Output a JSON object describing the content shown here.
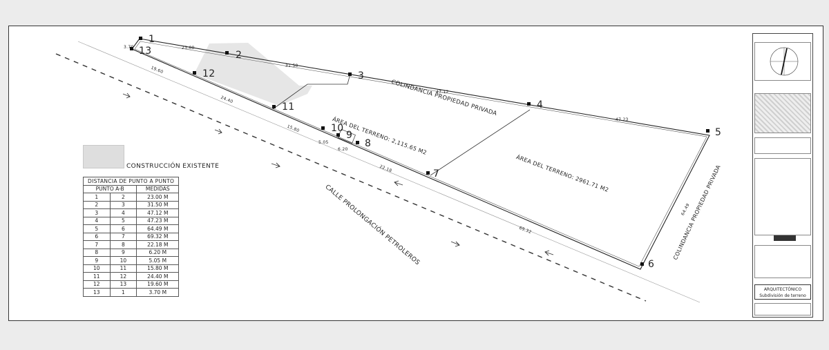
{
  "plan": {
    "points": [
      {
        "id": "p1",
        "label": "1"
      },
      {
        "id": "p2",
        "label": "2"
      },
      {
        "id": "p3",
        "label": "3"
      },
      {
        "id": "p4",
        "label": "4"
      },
      {
        "id": "p5",
        "label": "5"
      },
      {
        "id": "p6",
        "label": "6"
      },
      {
        "id": "p7",
        "label": "7"
      },
      {
        "id": "p8",
        "label": "8"
      },
      {
        "id": "p9",
        "label": "9"
      },
      {
        "id": "p10",
        "label": "10"
      },
      {
        "id": "p11",
        "label": "11"
      },
      {
        "id": "p12",
        "label": "12"
      },
      {
        "id": "p13",
        "label": "13"
      }
    ],
    "segment_labels": [
      "23.00",
      "31.50",
      "47.12",
      "47.23",
      "64.49",
      "69.32",
      "22.18",
      "6.20",
      "5.05",
      "15.80",
      "24.40",
      "19.60",
      "3.70"
    ],
    "area_1": "ÁREA DEL TERRENO: 2,115.65 M2",
    "area_2": "ÁREA DEL TERRENO: 2961.71 M2",
    "colindancia_top": "COLINDANCIA PROPIEDAD PRIVADA",
    "colindancia_right": "COLINDANCIA PROPIEDAD PRIVADA",
    "street": "CALLE PROLONGACIÓN PETROLEROS"
  },
  "legend": {
    "existing_construction": "CONSTRUCCIÓN EXISTENTE",
    "color": "#dedede"
  },
  "distance_table": {
    "title": "DISTANCIA DE PUNTO A PUNTO",
    "col_points": "PUNTO A-B",
    "col_measure": "MEDIDAS",
    "rows": [
      [
        "1",
        "2",
        "23.00 M"
      ],
      [
        "2",
        "3",
        "31.50 M"
      ],
      [
        "3",
        "4",
        "47.12 M"
      ],
      [
        "4",
        "5",
        "47.23 M"
      ],
      [
        "5",
        "6",
        "64.49 M"
      ],
      [
        "6",
        "7",
        "69.32 M"
      ],
      [
        "7",
        "8",
        "22.18 M"
      ],
      [
        "8",
        "9",
        "6.20 M"
      ],
      [
        "9",
        "10",
        "5.05 M"
      ],
      [
        "10",
        "11",
        "15.80 M"
      ],
      [
        "11",
        "12",
        "24.40 M"
      ],
      [
        "12",
        "13",
        "19.60 M"
      ],
      [
        "13",
        "1",
        "3.70 M"
      ]
    ]
  },
  "title_block": {
    "discipline": "ARQUITECTÓNICO",
    "sheet_name": "Subdivisión de terreno"
  }
}
